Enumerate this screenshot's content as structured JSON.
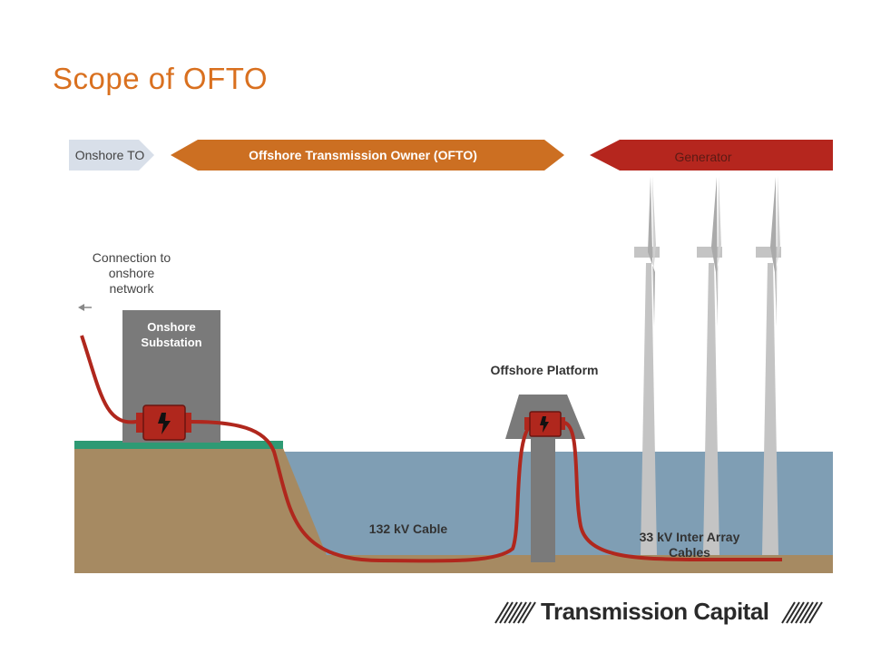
{
  "slide": {
    "title": "Scope of OFTO"
  },
  "scope_bar": {
    "onshore_to": "Onshore TO",
    "ofto": "Offshore Transmission Owner (OFTO)",
    "generator": "Generator"
  },
  "labels": {
    "connection": "Connection to onshore network",
    "onshore_substation": "Onshore Substation",
    "offshore_platform": "Offshore Platform",
    "cable_132": "132 kV Cable",
    "inter_array": "33 kV Inter Array Cables"
  },
  "logo": {
    "text": "Transmission Capital"
  },
  "colors": {
    "title": "#d9701f",
    "ofto_band": "#cc6f22",
    "generator_band": "#b5261e",
    "onshore_to_band": "#d8dfe9",
    "sea": "#7f9eb4",
    "ground": "#a68a62",
    "cable": "#b0271d",
    "substation": "#7a7a7a",
    "turbine": "#c4c4c4"
  }
}
